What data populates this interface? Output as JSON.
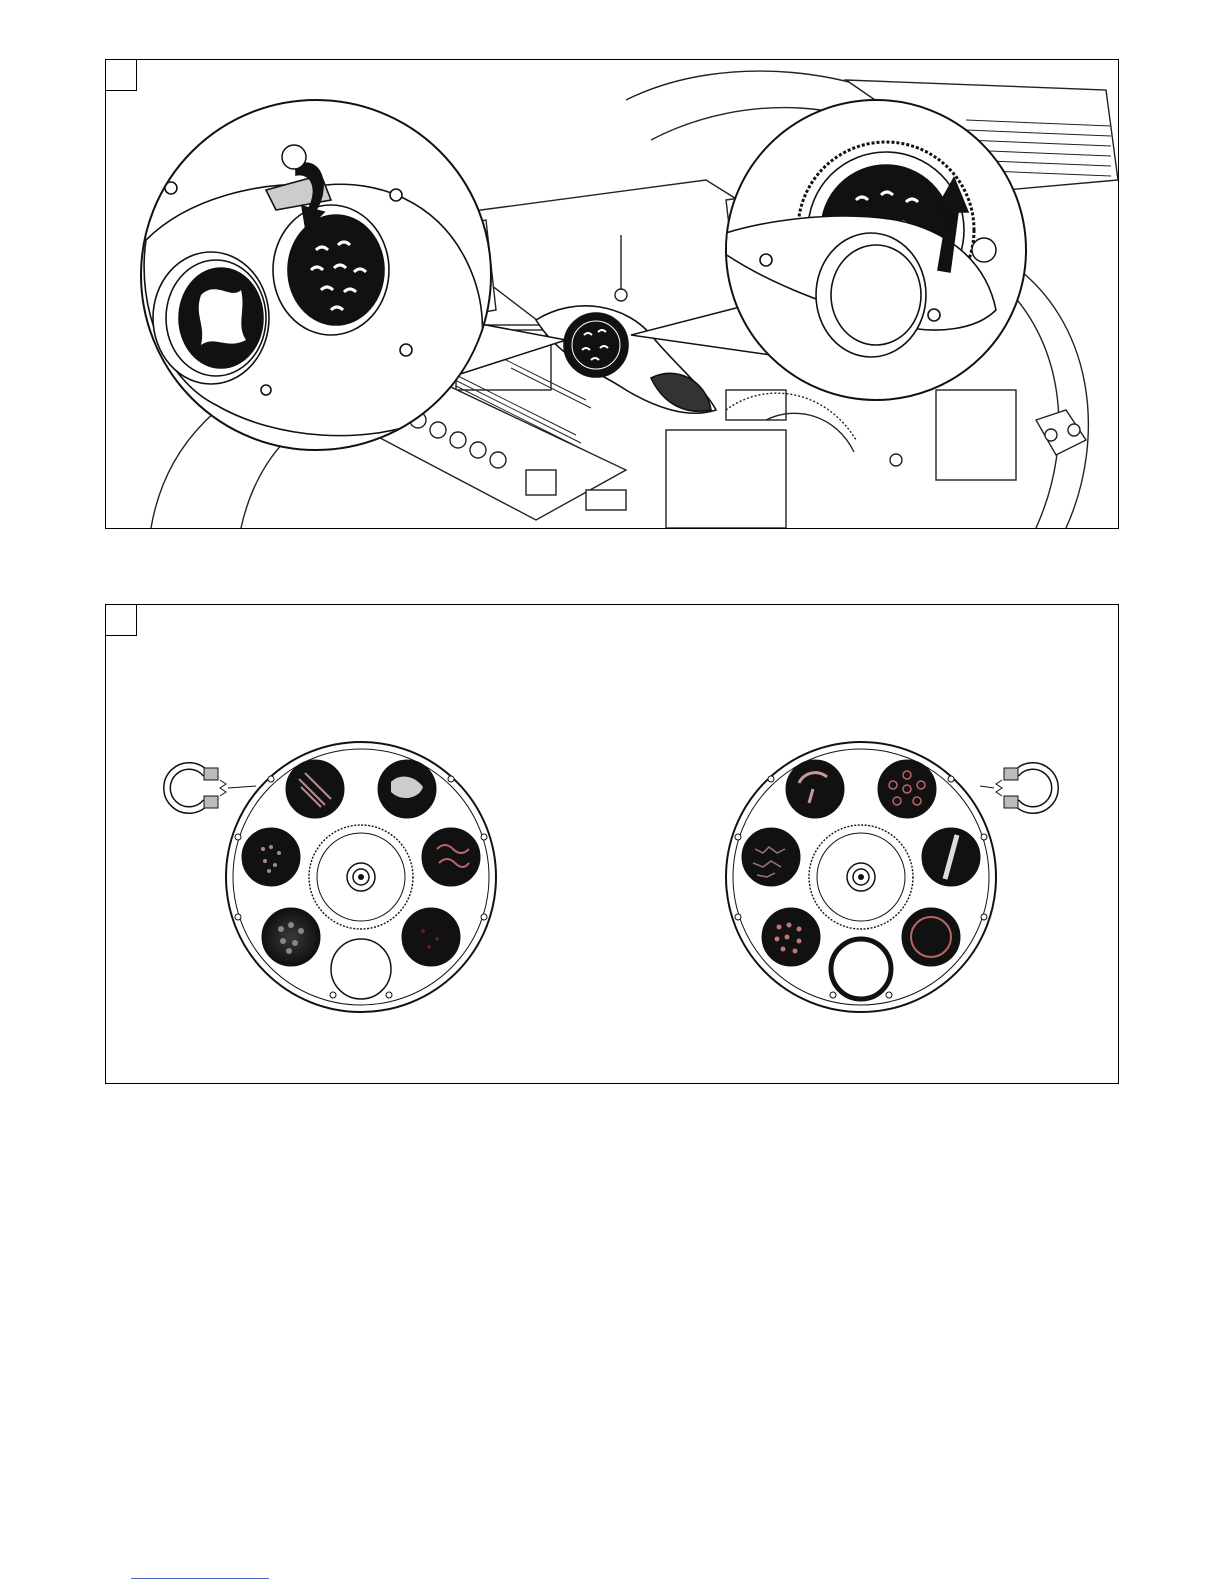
{
  "page": {
    "footer_rule_color": "#4a63c6"
  },
  "figure_1": {
    "tab_label": "",
    "callout_left": {
      "step_badge": "",
      "gobos_shown": [
        "flame-gobo",
        "crescent-dots-gobo"
      ]
    },
    "callout_right": {
      "step_badge": "",
      "arrow_direction": "up"
    }
  },
  "figure_2": {
    "tab_label": "",
    "wheels": [
      {
        "id": "left-wheel",
        "magnet_side": "left",
        "gobos": [
          "lines-gobo",
          "splash-gobo",
          "cells-gobo",
          "swirl-gobo",
          "dots-gobo",
          "dark-gobo",
          "open-hole"
        ]
      },
      {
        "id": "right-wheel",
        "magnet_side": "right",
        "gobos": [
          "arc-gobo",
          "ring-dots-gobo",
          "crackle-gobo",
          "bar-gobo",
          "mosaic-gobo",
          "circle-gobo",
          "open-hole"
        ]
      }
    ]
  }
}
